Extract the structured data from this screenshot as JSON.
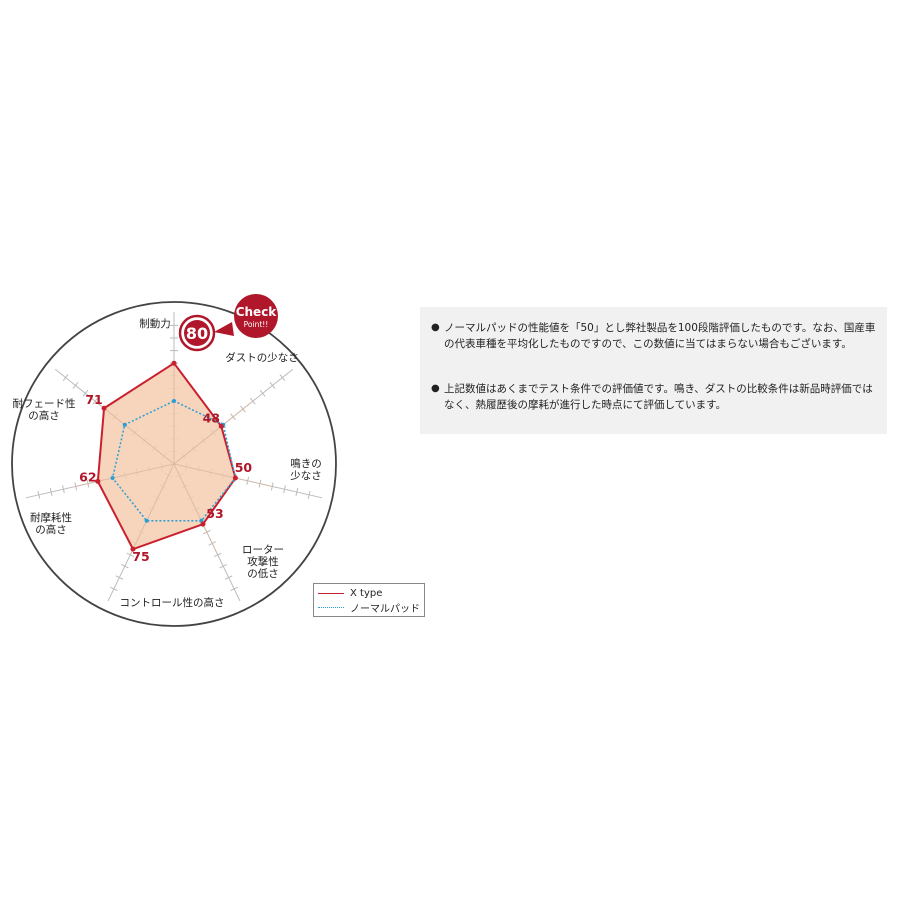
{
  "chart_data": {
    "type": "radar",
    "axes": [
      {
        "label_lines": [
          "制動力"
        ],
        "x_type": 80,
        "normal": 50
      },
      {
        "label_lines": [
          "ダストの少なさ"
        ],
        "x_type": 48,
        "normal": 50
      },
      {
        "label_lines": [
          "鳴きの",
          "少なさ"
        ],
        "x_type": 50,
        "normal": 50
      },
      {
        "label_lines": [
          "ローター",
          "攻撃性",
          "の低さ"
        ],
        "x_type": 53,
        "normal": 50
      },
      {
        "label_lines": [
          "コントロール性の高さ"
        ],
        "x_type": 75,
        "normal": 50
      },
      {
        "label_lines": [
          "耐摩耗性",
          "の高さ"
        ],
        "x_type": 62,
        "normal": 50
      },
      {
        "label_lines": [
          "耐フェード性",
          "の高さ"
        ],
        "x_type": 71,
        "normal": 50
      }
    ],
    "series": [
      {
        "name": "X type",
        "key": "x_type",
        "color": "#c8202e",
        "fill": "#f6cdb0",
        "style": "solid"
      },
      {
        "name": "ノーマルパッド",
        "key": "normal",
        "color": "#2a9fd6",
        "style": "dotted"
      }
    ],
    "range": [
      0,
      100
    ],
    "check_point": {
      "badge_top": "Check",
      "badge_bottom": "Point!!"
    }
  },
  "notes": [
    "ノーマルパッドの性能値を「50」とし弊社製品を100段階評価したものです。なお、国産車の代表車種を平均化したものですので、この数値に当てはまらない場合もございます。",
    "上記数値はあくまでテスト条件での評価値です。鳴き、ダストの比較条件は新品時評価ではなく、熱履歴後の摩耗が進行した時点にて評価しています。"
  ],
  "legend": {
    "x_type": "X type",
    "normal": "ノーマルパッド"
  },
  "bullet": "●"
}
